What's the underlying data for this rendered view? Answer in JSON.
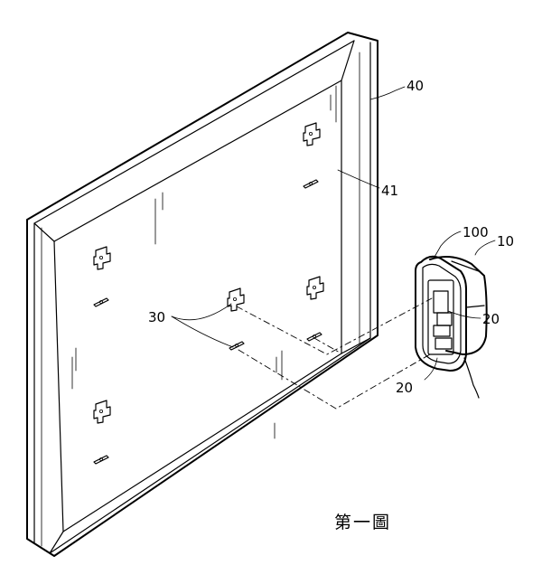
{
  "figure": {
    "caption": "第一圖",
    "labels": {
      "frame": "40",
      "panel": "41",
      "device": "100",
      "assembly": "10",
      "connector_upper": "20",
      "connector_lower": "20",
      "mounts": "30"
    }
  }
}
